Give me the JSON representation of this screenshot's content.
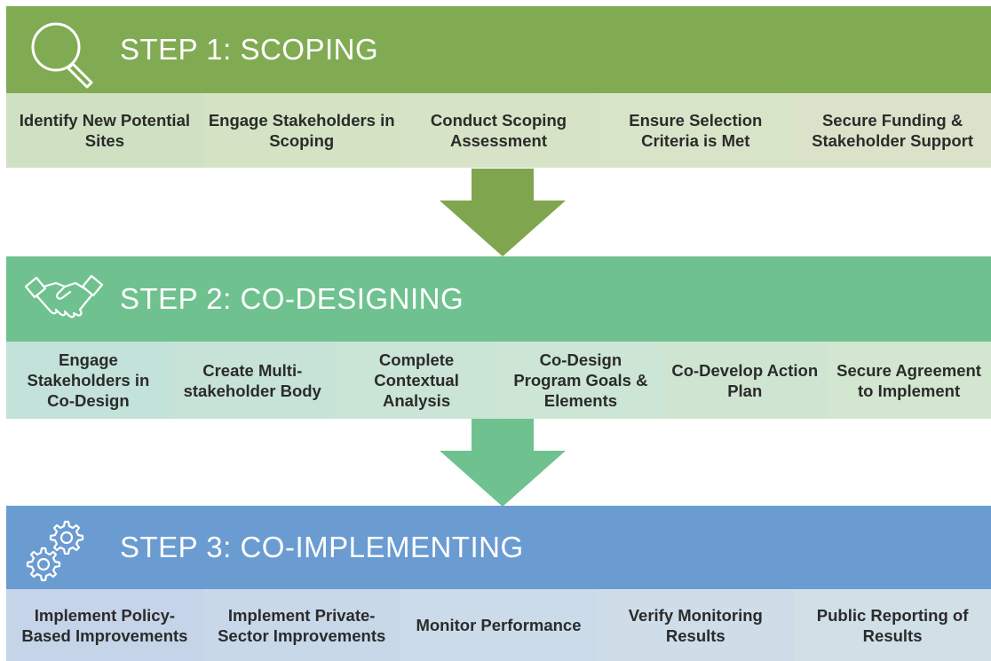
{
  "steps": [
    {
      "title": "STEP 1: SCOPING",
      "icon": "magnifier-icon",
      "header_color": "#81ab53",
      "cell_colors": [
        "#cfe1c2",
        "#d3e3c4",
        "#d6e3c6",
        "#d8e4c8",
        "#dae3ca"
      ],
      "tasks": [
        "Identify New Potential Sites",
        "Engage Stakeholders in Scoping",
        "Conduct Scoping Assessment",
        "Ensure Selection Criteria is Met",
        "Secure Funding & Stakeholder Support"
      ]
    },
    {
      "title": "STEP 2: CO-DESIGNING",
      "icon": "handshake-icon",
      "header_color": "#6fc28f",
      "cell_colors": [
        "#c3e2d9",
        "#c7e3d8",
        "#cae4d6",
        "#cce5d4",
        "#cfe5d2",
        "#d2e6d0"
      ],
      "tasks": [
        "Engage Stakeholders in Co-Design",
        "Create Multi-stakeholder Body",
        "Complete Contextual Analysis",
        "Co-Design Program Goals & Elements",
        "Co-Develop Action Plan",
        "Secure Agreement to Implement"
      ]
    },
    {
      "title": "STEP 3: CO-IMPLEMENTING",
      "icon": "gears-icon",
      "header_color": "#6a9bd1",
      "cell_colors": [
        "#c5d4e8",
        "#c8d8e9",
        "#cbdbe9",
        "#cedde8",
        "#d1dfe7"
      ],
      "tasks": [
        "Implement Policy-Based Improvements",
        "Implement Private-Sector Improvements",
        "Monitor Performance",
        "Verify Monitoring Results",
        "Public Reporting of Results"
      ]
    }
  ],
  "arrows": [
    {
      "color": "#7fa64e"
    },
    {
      "color": "#6fc28f"
    }
  ]
}
